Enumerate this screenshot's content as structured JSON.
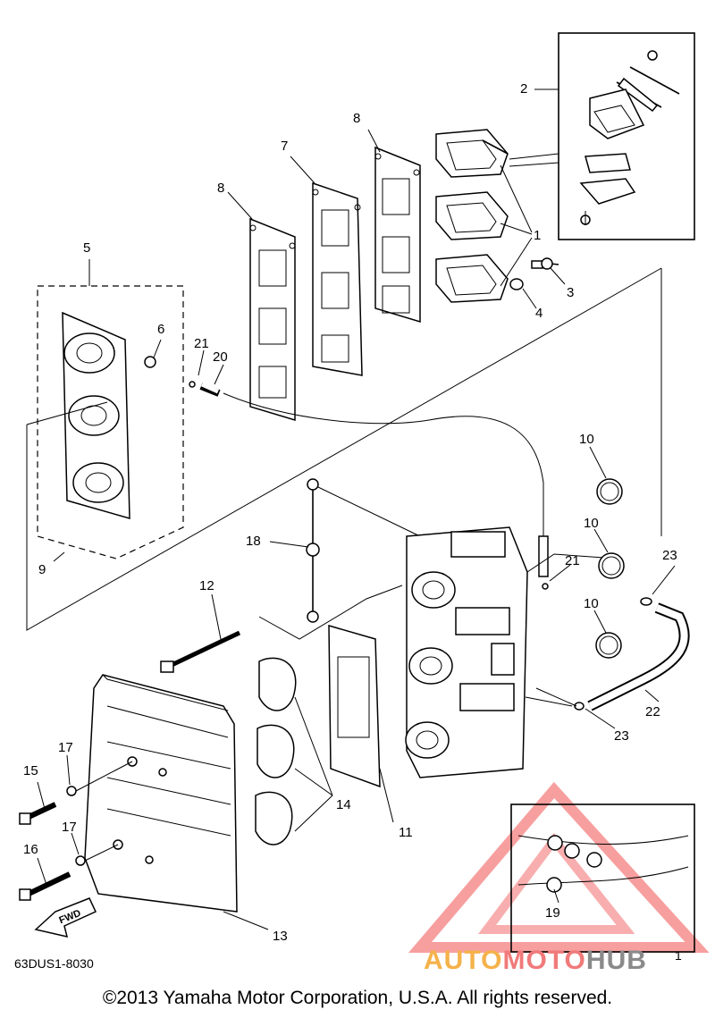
{
  "diagram_code": "63DUS1-8030",
  "copyright": "©2013 Yamaha Motor Corporation, U.S.A. All rights reserved.",
  "watermark": {
    "part1": "AUTO",
    "part2": "MOTO",
    "part3": "HUB"
  },
  "callouts": {
    "c1": "1",
    "c2": "2",
    "c3": "3",
    "c4": "4",
    "c5": "5",
    "c6": "6",
    "c7": "7",
    "c8a": "8",
    "c8b": "8",
    "c9": "9",
    "c10a": "10",
    "c10b": "10",
    "c10c": "10",
    "c11": "11",
    "c12": "12",
    "c13": "13",
    "c14": "14",
    "c15": "15",
    "c16": "16",
    "c17a": "17",
    "c17b": "17",
    "c18": "18",
    "c19": "19",
    "c20": "20",
    "c21a": "21",
    "c21b": "21",
    "c22": "22",
    "c23a": "23",
    "c23b": "23"
  },
  "fwd_label": "FWD",
  "inset_label": "1"
}
